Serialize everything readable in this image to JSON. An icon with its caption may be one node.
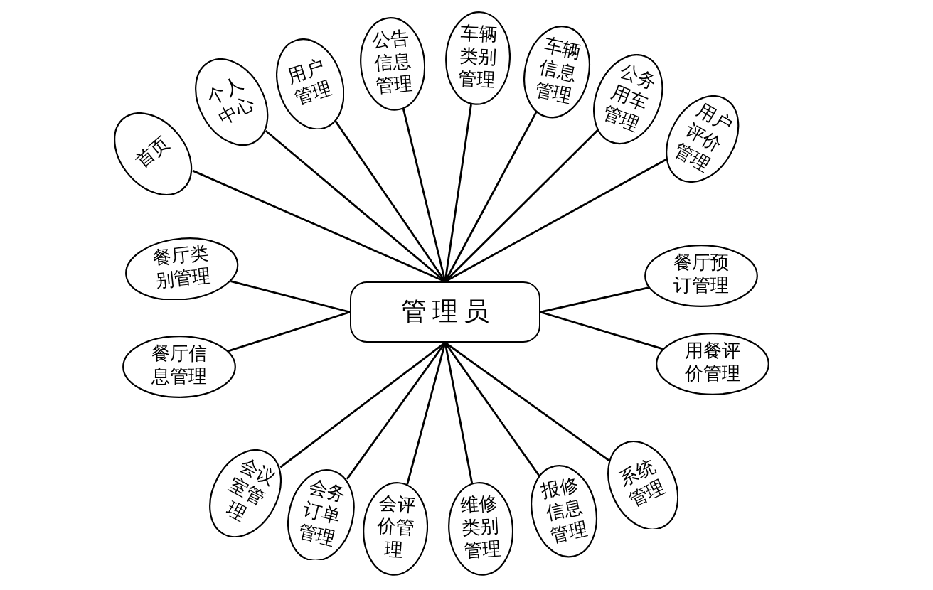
{
  "diagram": {
    "nodes": [
      {
        "text": [
          "首页"
        ]
      },
      {
        "text": [
          "个人中心"
        ]
      },
      {
        "text": [
          "用户管理"
        ]
      },
      {
        "text": [
          "公告信息管理"
        ]
      },
      {
        "text": [
          "车辆类别管理"
        ]
      },
      {
        "text": [
          "车辆信息管理"
        ]
      },
      {
        "text": [
          "公务用车管理"
        ]
      },
      {
        "text": [
          "用户评价管理"
        ]
      },
      {
        "text": [
          "餐厅类别管理"
        ]
      },
      {
        "text": [
          "餐厅预订管理"
        ]
      },
      {
        "text": [
          "管理员"
        ]
      },
      {
        "text": [
          "餐厅信息管理"
        ]
      },
      {
        "text": [
          "用餐评价管理"
        ]
      },
      {
        "text": [
          "会议室管理"
        ]
      },
      {
        "text": [
          "会务订单管理"
        ]
      },
      {
        "text": [
          "会评价管理"
        ]
      },
      {
        "text": [
          "维修类别管理"
        ]
      },
      {
        "text": [
          "报修信息管理"
        ]
      },
      {
        "text": [
          "系统管理"
        ]
      }
    ],
    "edges": [
      {
        "from": 10,
        "to": 0,
        "arrow": "none"
      },
      {
        "from": 10,
        "to": 1,
        "arrow": "none"
      },
      {
        "from": 10,
        "to": 2,
        "arrow": "none"
      },
      {
        "from": 10,
        "to": 3,
        "arrow": "none"
      },
      {
        "from": 10,
        "to": 4,
        "arrow": "none"
      },
      {
        "from": 10,
        "to": 5,
        "arrow": "none"
      },
      {
        "from": 10,
        "to": 6,
        "arrow": "none"
      },
      {
        "from": 10,
        "to": 7,
        "arrow": "none"
      },
      {
        "from": 10,
        "to": 8,
        "arrow": "none"
      },
      {
        "from": 10,
        "to": 9,
        "arrow": "none"
      },
      {
        "from": 10,
        "to": 11,
        "arrow": "none"
      },
      {
        "from": 10,
        "to": 12,
        "arrow": "none"
      },
      {
        "from": 10,
        "to": 13,
        "arrow": "none"
      },
      {
        "from": 10,
        "to": 14,
        "arrow": "none"
      },
      {
        "from": 10,
        "to": 15,
        "arrow": "none"
      },
      {
        "from": 10,
        "to": 16,
        "arrow": "none"
      },
      {
        "from": 10,
        "to": 17,
        "arrow": "none"
      },
      {
        "from": 10,
        "to": 18,
        "arrow": "none"
      }
    ]
  }
}
